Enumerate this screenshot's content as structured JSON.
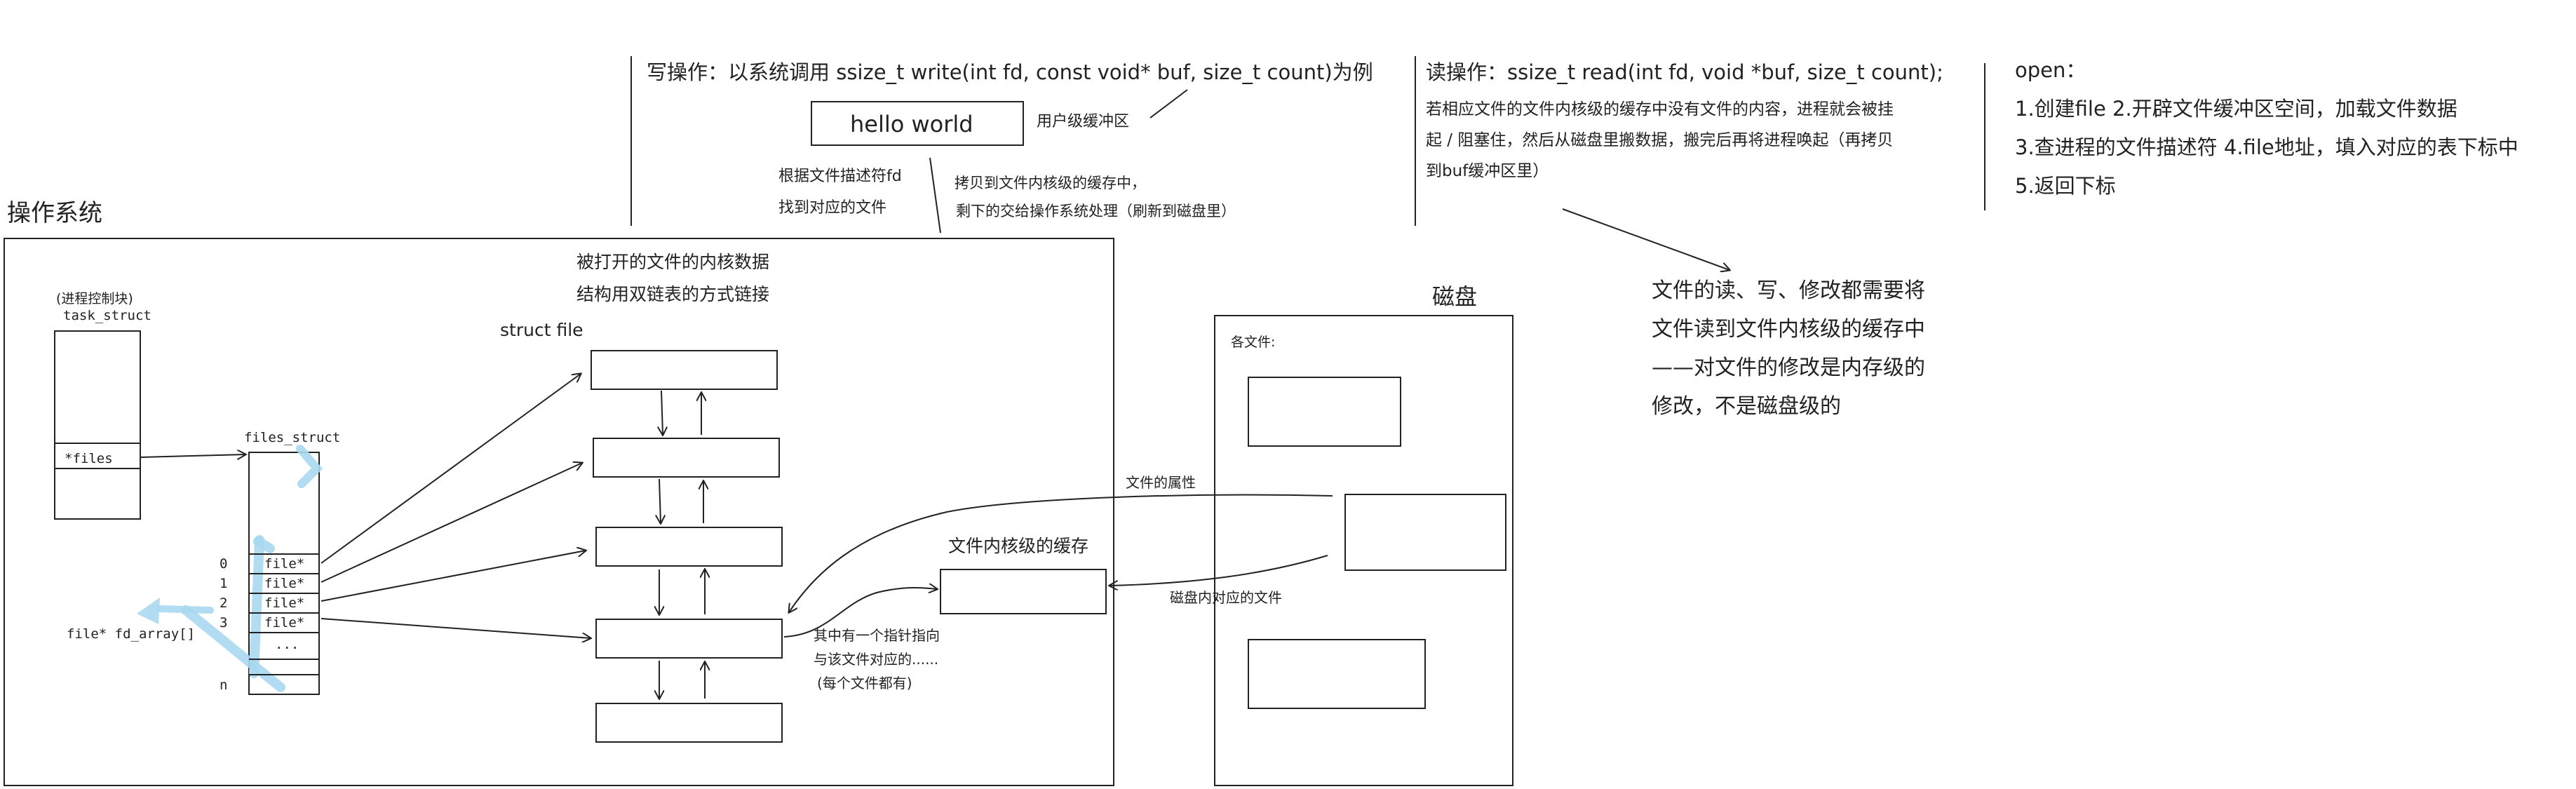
{
  "os_label": "操作系统",
  "pcb": {
    "caption": "(进程控制块)",
    "struct_name": "task_struct",
    "files_field": "*files"
  },
  "files_struct": {
    "name": "files_struct",
    "indices": [
      "0",
      "1",
      "2",
      "3",
      "n"
    ],
    "entries": [
      "file*",
      "file*",
      "file*",
      "file*",
      "..."
    ],
    "array_label": "file* fd_array[]"
  },
  "kernel_files": {
    "line1": "被打开的文件的内核数据",
    "line2": "结构用双链表的方式链接",
    "struct_label": "struct file",
    "pointer_note": [
      "其中有一个指针指向",
      "与该文件对应的......",
      "(每个文件都有)"
    ]
  },
  "kernel_cache_label": "文件内核级的缓存",
  "disk": {
    "title": "磁盘",
    "files_label": "各文件:",
    "file_attr_label": "文件的属性",
    "disk_file_label": "磁盘内对应的文件"
  },
  "write_section": {
    "title": "写操作：以系统调用 ssize_t write(int fd, const void* buf, size_t count)为例",
    "buffer_text": "hello world",
    "user_buffer_label": "用户级缓冲区",
    "fd_lookup": [
      "根据文件描述符fd",
      "找到对应的文件"
    ],
    "copy_note": [
      "拷贝到文件内核级的缓存中，",
      "剩下的交给操作系统处理（刷新到磁盘里）"
    ]
  },
  "read_section": {
    "title": "读操作：ssize_t read(int fd, void *buf, size_t count);",
    "body": [
      "若相应文件的文件内核级的缓存中没有文件的内容，进程就会被挂",
      "起 / 阻塞住，然后从磁盘里搬数据，搬完后再将进程唤起（再拷贝",
      "到buf缓冲区里）"
    ]
  },
  "conclusion": [
    "文件的读、写、修改都需要将",
    "文件读到文件内核级的缓存中",
    "——对文件的修改是内存级的",
    "修改，不是磁盘级的"
  ],
  "open_section": {
    "title": "open：",
    "steps": [
      "1.创建file  2.开辟文件缓冲区空间，加载文件数据",
      "3.查进程的文件描述符  4.file地址，填入对应的表下标中",
      "5.返回下标"
    ]
  },
  "colors": {
    "ink": "#222222",
    "highlight": "#a8d8f0"
  }
}
